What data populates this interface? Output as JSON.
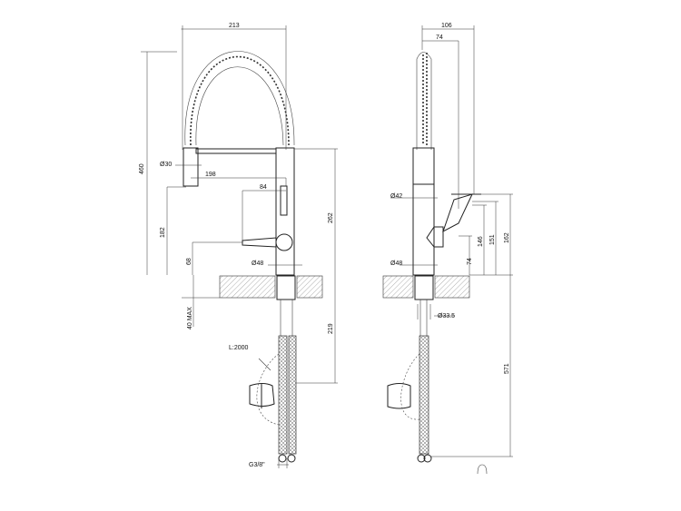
{
  "front_view": {
    "width_213": "213",
    "height_460": "460",
    "body_height_262": "262",
    "spout_height_182": "182",
    "handle_height_68": "68",
    "reach_198": "198",
    "handle_reach_84": "84",
    "spray_dia": "Ø30",
    "base_dia": "Ø48",
    "counter_thickness": "40 MAX",
    "below_counter_219": "219",
    "hose_length": "L:2000",
    "connection": "G3/8\""
  },
  "side_view": {
    "depth_106": "106",
    "depth_74": "74",
    "body_dia": "Ø42",
    "base_dia": "Ø48",
    "shank_dia": "Ø33.5",
    "h_74": "74",
    "h_146": "146",
    "h_151": "151",
    "h_162": "162",
    "total_below_571": "571"
  }
}
